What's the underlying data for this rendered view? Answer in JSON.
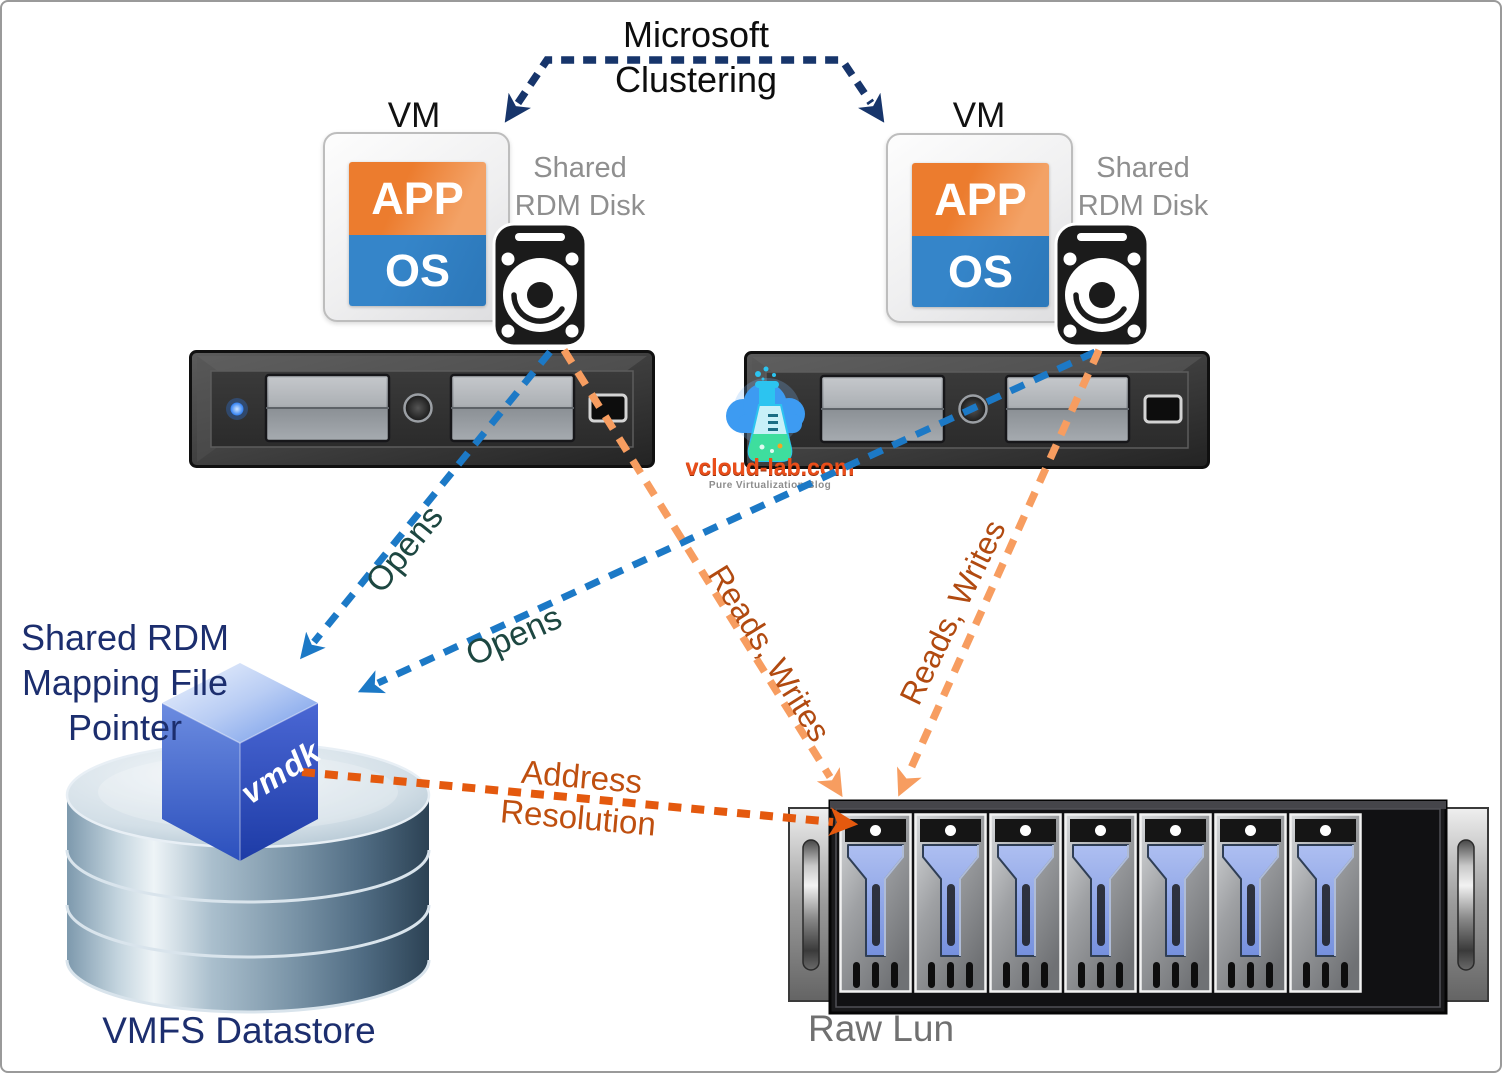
{
  "title": {
    "clustering": "Microsoft\nClustering"
  },
  "vms": {
    "vm1_label": "VM",
    "vm2_label": "VM",
    "app_label": "APP",
    "os_label": "OS",
    "disk1_label": "Shared\nRDM Disk",
    "disk2_label": "Shared\nRDM Disk"
  },
  "flows": {
    "opens1": "Opens",
    "opens2": "Opens",
    "reads_writes1": "Reads, Writes",
    "reads_writes2": "Reads, Writes",
    "address_resolution": "Address\nResolution"
  },
  "storage": {
    "mapping_pointer": "Shared RDM\nMapping File\nPointer",
    "vmdk": "vmdk",
    "vmfs_datastore": "VMFS Datastore",
    "raw_lun": "Raw Lun"
  },
  "logo": {
    "name": "vcloud-lab.com",
    "tagline": "Pure Virtualization Blog"
  },
  "colors": {
    "navy_arrow": "#17356b",
    "blue_arrow": "#1c79c6",
    "light_orange_arrow": "#f79d60",
    "dark_orange_arrow": "#e4590e",
    "opens_text": "#1d4741",
    "reads_writes_text": "#b14a10",
    "navy_text": "#1c2e6e",
    "gray_text": "#8f8f8f"
  }
}
